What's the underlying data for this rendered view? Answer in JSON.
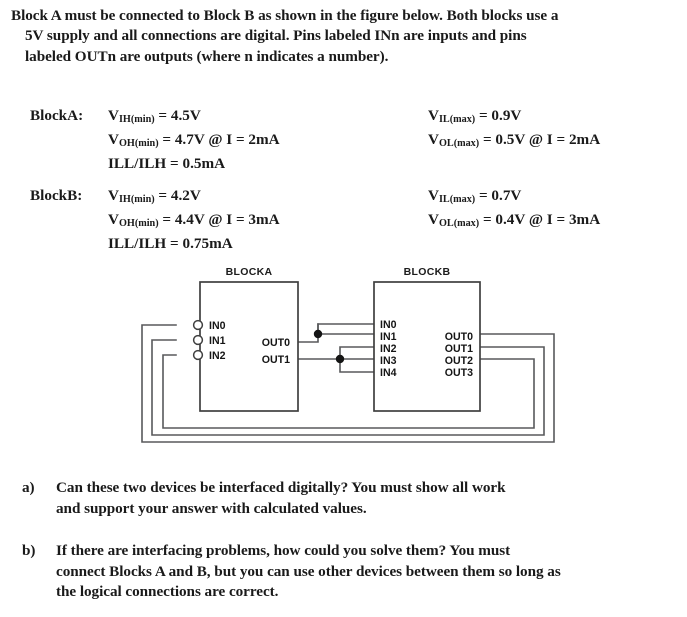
{
  "intro": {
    "line1": "Block A must be connected to Block B as shown in the figure below. Both blocks use a",
    "line2": "5V supply and all connections are digital. Pins labeled INn are inputs and pins",
    "line3": "labeled OUTn are outputs (where n indicates a number)."
  },
  "specs": [
    {
      "name": "BlockA:",
      "left": [
        {
          "sym": "V",
          "sub": "IH(min)",
          "rest": " = 4.5V"
        },
        {
          "sym": "V",
          "sub": "OH(min)",
          "rest": " = 4.7V @ I = 2mA"
        },
        {
          "sym": "ILL/ILH",
          "sub": "",
          "rest": " = 0.5mA"
        }
      ],
      "right": [
        {
          "sym": "V",
          "sub": "IL(max)",
          "rest": " = 0.9V"
        },
        {
          "sym": "V",
          "sub": "OL(max)",
          "rest": " = 0.5V @ I = 2mA"
        }
      ]
    },
    {
      "name": "BlockB:",
      "left": [
        {
          "sym": "V",
          "sub": "IH(min)",
          "rest": " = 4.2V"
        },
        {
          "sym": "V",
          "sub": "OH(min)",
          "rest": " = 4.4V @ I = 3mA"
        },
        {
          "sym": "ILL/ILH",
          "sub": "",
          "rest": " = 0.75mA"
        }
      ],
      "right": [
        {
          "sym": "V",
          "sub": "IL(max)",
          "rest": " = 0.7V"
        },
        {
          "sym": "V",
          "sub": "OL(max)",
          "rest": " = 0.4V @ I = 3mA"
        }
      ]
    }
  ],
  "figure": {
    "blockA": {
      "title": "BLOCKA",
      "inputs": [
        "IN0",
        "IN1",
        "IN2"
      ],
      "outputs": [
        "OUT0",
        "OUT1"
      ]
    },
    "blockB": {
      "title": "BLOCKB",
      "inputs": [
        "IN0",
        "IN1",
        "IN2",
        "IN3",
        "IN4"
      ],
      "outputs": [
        "OUT0",
        "OUT1",
        "OUT2",
        "OUT3"
      ]
    },
    "wire_color": "#58595b",
    "line_color": "#3f3f3f"
  },
  "questions": [
    {
      "marker": "a)",
      "lines": [
        "Can these two devices be interfaced digitally? You must show all work",
        "and support your answer with calculated values."
      ]
    },
    {
      "marker": "b)",
      "lines": [
        "If there are interfacing problems, how could you solve them? You must",
        "connect Blocks A and B, but you can use other devices between them so long as",
        "the logical connections are correct."
      ]
    }
  ]
}
